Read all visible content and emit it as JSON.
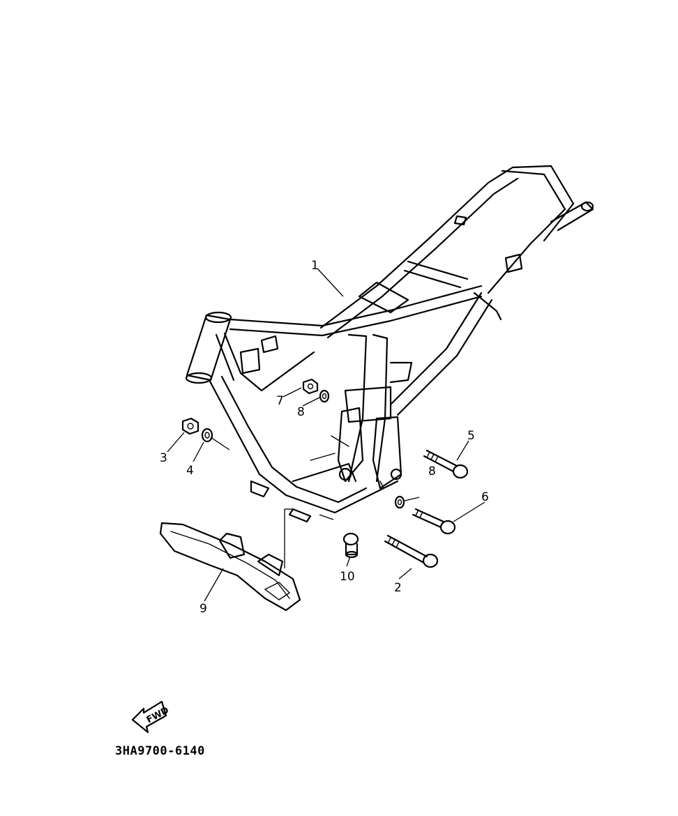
{
  "callouts": {
    "frame": "1",
    "bolt_bottom": "2",
    "nut_left": "3",
    "washer_left": "4",
    "bolt_upper": "5",
    "bolt_middle": "6",
    "nut_center": "7",
    "washer_center": "8",
    "washer_right": "8",
    "skid_plate": "9",
    "bolt_small": "10"
  },
  "fwd_label": "FWD",
  "diagram_code": "3HA9700-6140"
}
